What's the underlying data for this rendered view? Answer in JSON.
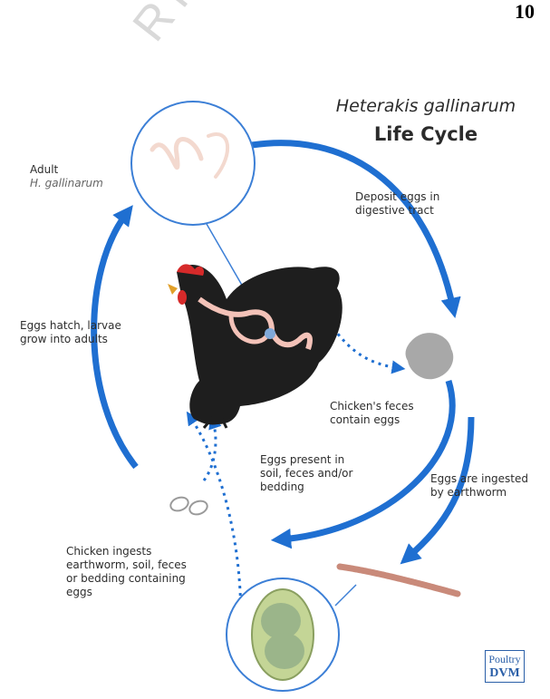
{
  "header": {
    "page_number": "10",
    "watermark": "RTU"
  },
  "diagram": {
    "title_scientific": "Heterakis gallinarum",
    "title_main": "Life Cycle",
    "labels": {
      "adult": "Adult",
      "adult_species": "H. gallinarum",
      "deposit_line1": "Deposit eggs in",
      "deposit_line2": "digestive tract",
      "hatch_line1": "Eggs hatch, larvae",
      "hatch_line2": "grow into adults",
      "feces_line1": "Chicken's feces",
      "feces_line2": "contain eggs",
      "present_line1": "Eggs present in",
      "present_line2": "soil, feces and/or",
      "present_line3": "bedding",
      "ingested_ew_line1": "Eggs are ingested",
      "ingested_ew_line2": "by earthworm",
      "chicken_line1": "Chicken ingests",
      "chicken_line2": "earthworm, soil, feces",
      "chicken_line3": "or bedding containing",
      "chicken_line4": "eggs"
    },
    "colors": {
      "arrow": "#1f6fd1",
      "circle_border": "#3c7fd6",
      "chicken": "#1e1e1e",
      "comb": "#d62a2a",
      "worm": "#c98a7a",
      "egg": "#c4d596",
      "feces": "#a8a8a8"
    }
  },
  "brand": {
    "line1": "Poultry",
    "line2": "DVM"
  }
}
